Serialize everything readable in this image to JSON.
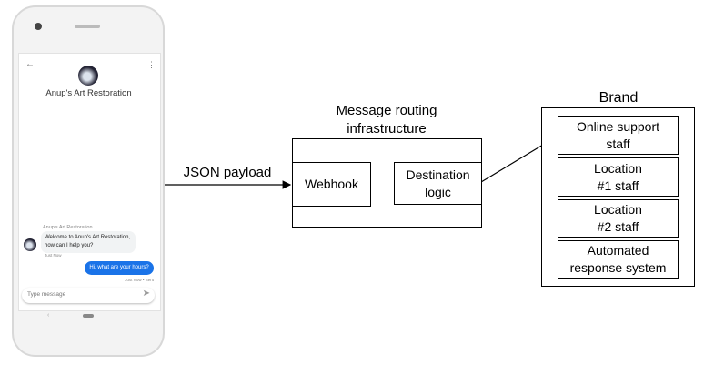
{
  "phone": {
    "title": "Anup's Art Restoration",
    "sender": "Anup's Art Restoration",
    "incoming_message": "Welcome to Anup's Art Restoration, how can I help you?",
    "incoming_time": "Just Now",
    "outgoing_message": "Hi, what are your hours?",
    "outgoing_time": "Just Now • Sent",
    "input_placeholder": "Type message",
    "accent": "#1a73e8"
  },
  "diagram": {
    "edge_label": "JSON payload",
    "infra_label": "Message routing infrastructure",
    "webhook": "Webhook",
    "destination": "Destination logic",
    "brand_label": "Brand",
    "brand_items": [
      "Online support staff",
      "Location #1 staff",
      "Location #2 staff",
      "Automated response system"
    ]
  }
}
